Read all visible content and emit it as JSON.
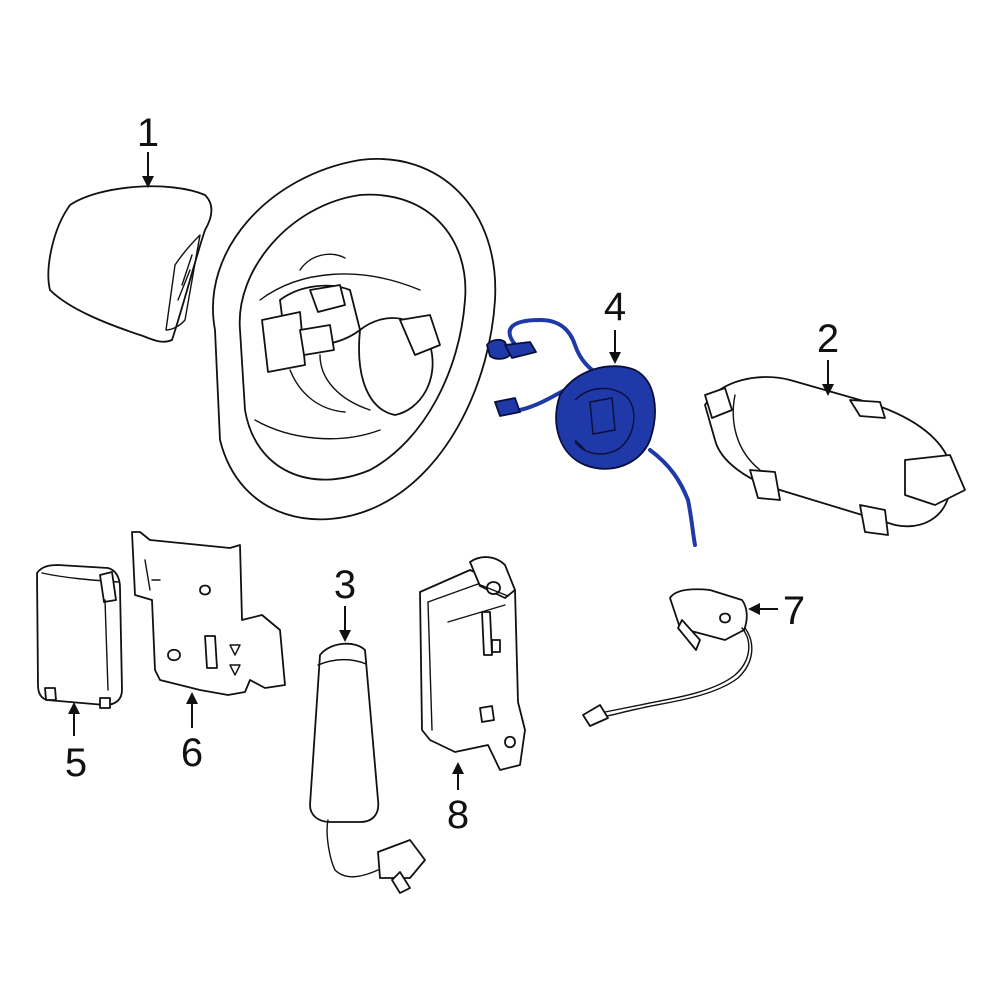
{
  "callouts": [
    {
      "id": "1",
      "label": "1"
    },
    {
      "id": "2",
      "label": "2"
    },
    {
      "id": "3",
      "label": "3"
    },
    {
      "id": "4",
      "label": "4"
    },
    {
      "id": "5",
      "label": "5"
    },
    {
      "id": "6",
      "label": "6"
    },
    {
      "id": "7",
      "label": "7"
    },
    {
      "id": "8",
      "label": "8"
    }
  ],
  "highlight_part": "4",
  "colors": {
    "line": "#111111",
    "highlight": "#1f39a8",
    "background": "#ffffff"
  }
}
